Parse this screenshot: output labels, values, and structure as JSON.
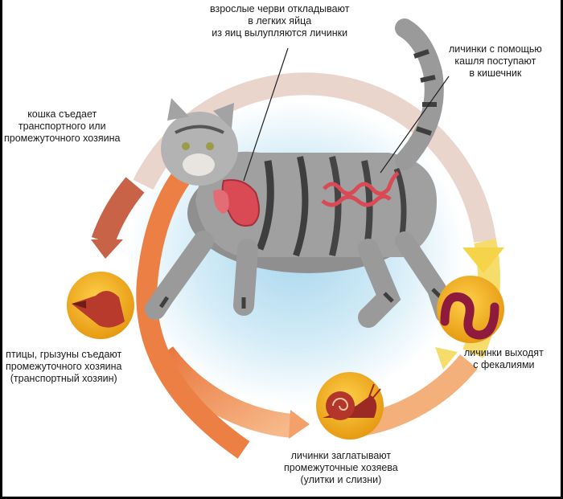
{
  "labels": {
    "adult_worms": {
      "lines": [
        "взрослые черви откладывают",
        "в легких яйца",
        "из яиц вылупляются личинки"
      ]
    },
    "larvae_cough": {
      "lines": [
        "личинки с помощью",
        "кашля поступают",
        "в кишечник"
      ]
    },
    "cat_eats": {
      "lines": [
        "кошка съедает",
        "транспортного или",
        "промежуточного хозяина"
      ]
    },
    "birds_rodents": {
      "lines": [
        "птицы, грызуны съедают",
        "промежуточного хозяина",
        "(транспортный хозяин)"
      ]
    },
    "larvae_feces": {
      "lines": [
        "личинки выходят",
        "с фекалиями"
      ]
    },
    "larvae_snails": {
      "lines": [
        "личинки заглатывают",
        "промежуточные хозяева",
        "(улитки и слизни)"
      ]
    }
  },
  "icons": [
    "larva-icon",
    "snail-icon",
    "bird-icon",
    "cat-icon",
    "lungs-icon",
    "intestine-icon"
  ],
  "colors": {
    "ring_pale": "#ead5cc",
    "ring_yellow": "#f6dc6a",
    "ring_orange": "#f1a062",
    "ring_dark": "#c85a3a",
    "badge_gold": "#f3b329",
    "organ_red": "#d94a55"
  }
}
